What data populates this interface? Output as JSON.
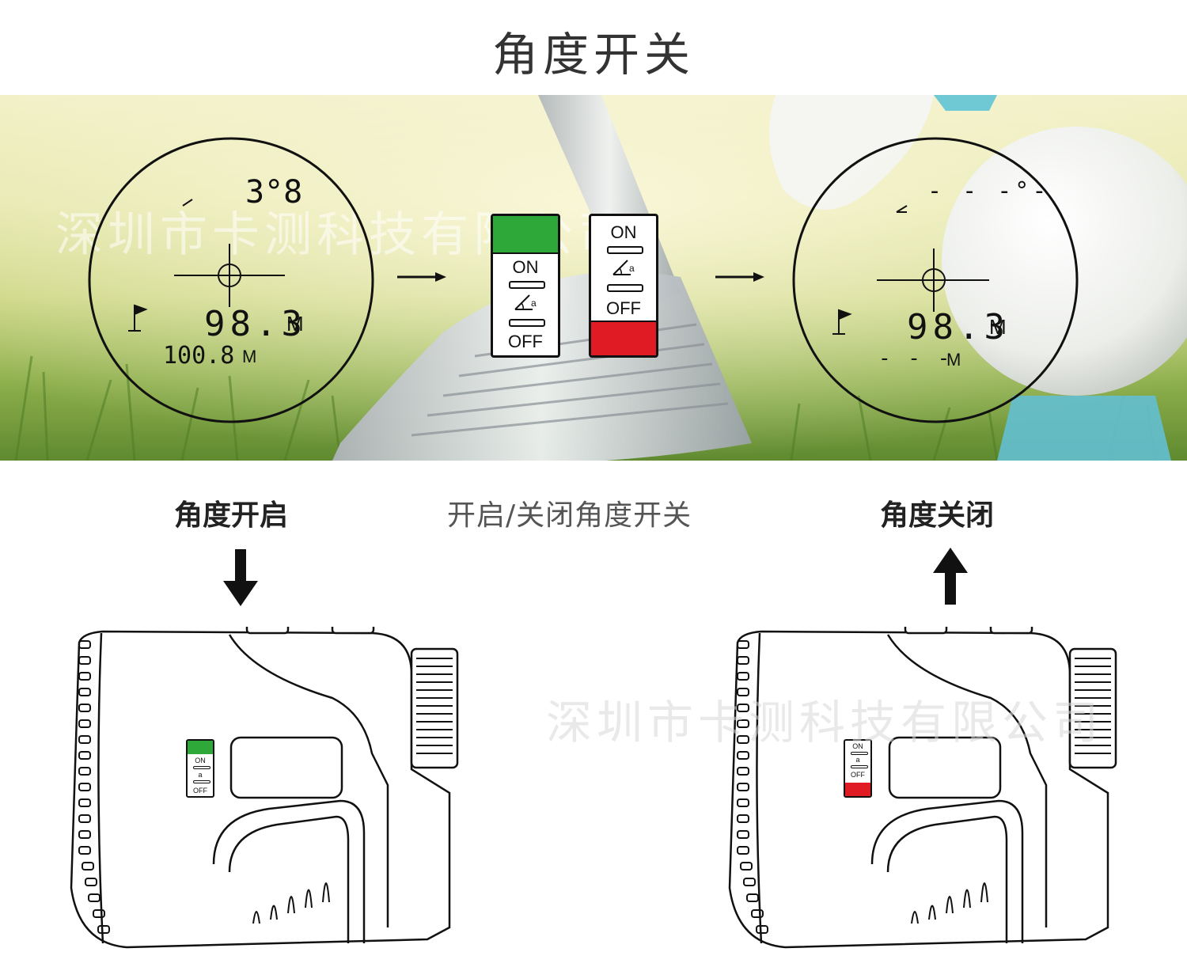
{
  "title": "角度开关",
  "watermark": "深圳市卡测科技有限公司",
  "colors": {
    "on": "#2fa83a",
    "off": "#e01b23",
    "line": "#111111"
  },
  "viewfinder_on": {
    "angle": "3°8",
    "distance": "98.3",
    "distance_unit": "M",
    "adjusted": "100.8",
    "adjusted_unit": "M"
  },
  "viewfinder_off": {
    "angle": "- - -°-",
    "distance": "98.3",
    "distance_unit": "M",
    "adjusted": "- - -",
    "adjusted_unit": "M"
  },
  "switch": {
    "on_label": "ON",
    "off_label": "OFF",
    "angle_symbol": "a"
  },
  "captions": {
    "angle_on": "角度开启",
    "toggle": "开启/关闭角度开关",
    "angle_off": "角度关闭"
  }
}
